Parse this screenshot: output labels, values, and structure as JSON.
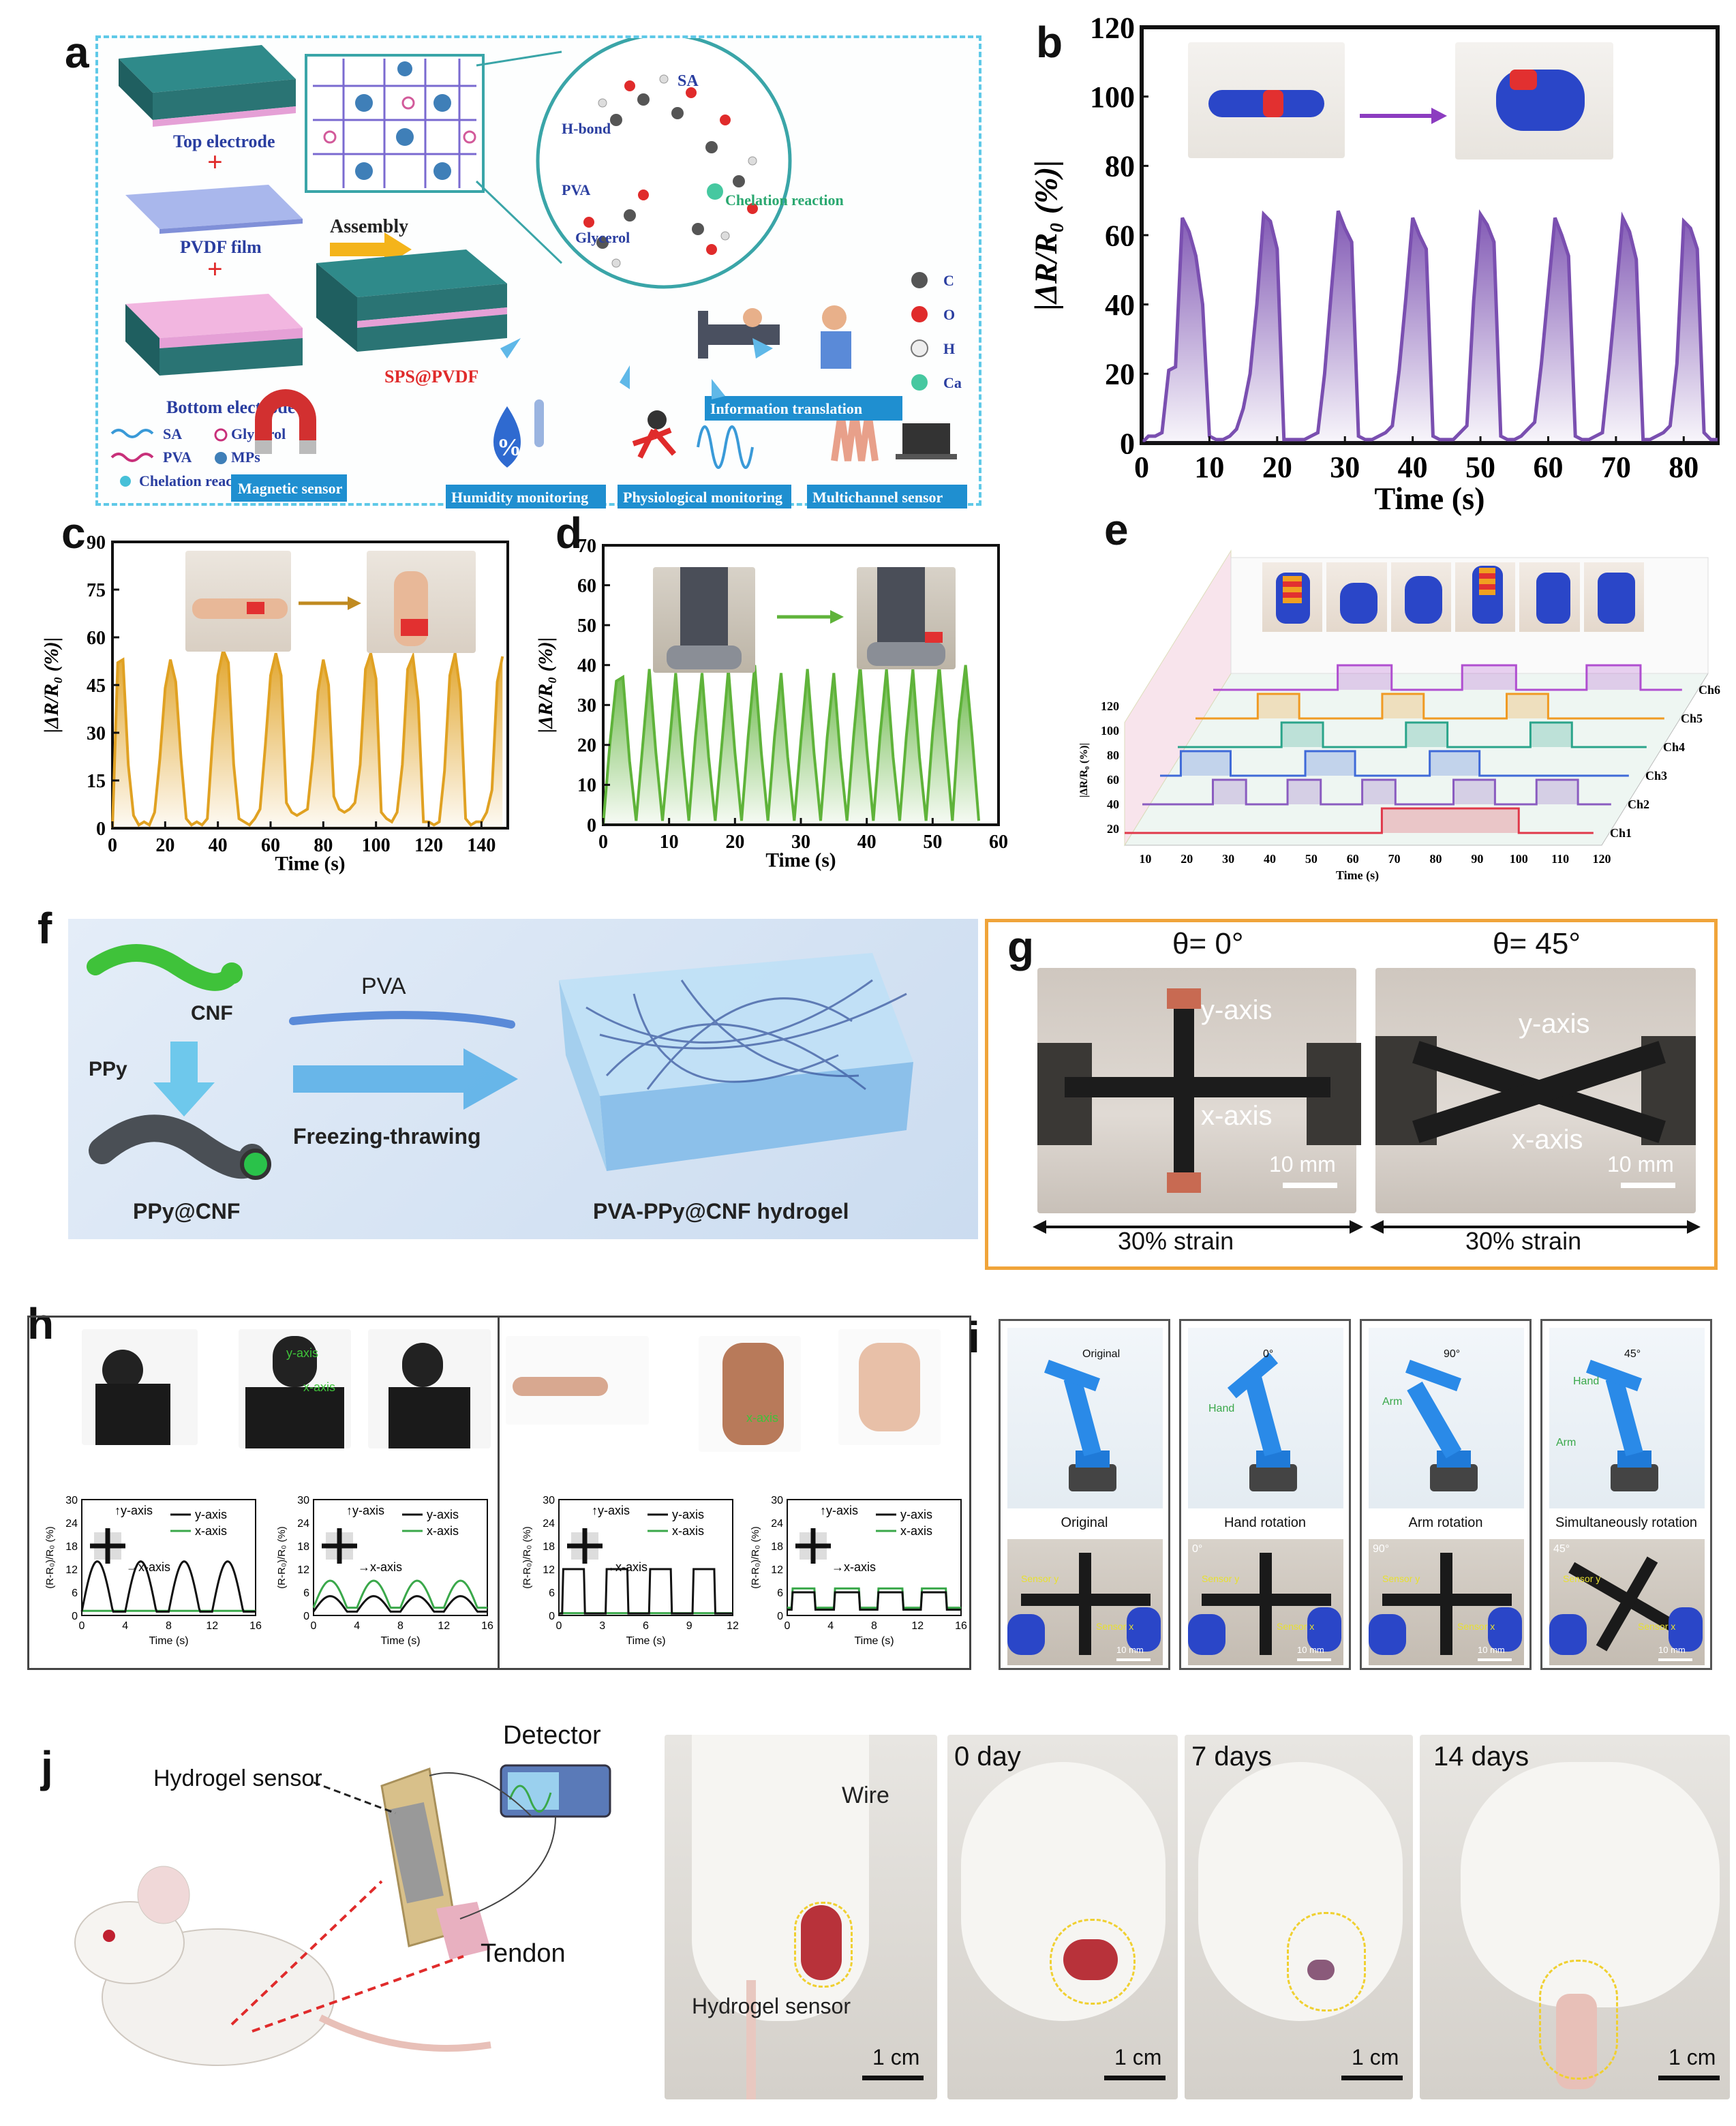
{
  "panel_labels": {
    "a": "a",
    "b": "b",
    "c": "c",
    "d": "d",
    "e": "e",
    "f": "f",
    "g": "g",
    "h": "h",
    "i": "i",
    "j": "j"
  },
  "panel_a": {
    "top_electrode": "Top electrode",
    "pvdf_film": "PVDF film",
    "bottom_electrode": "Bottom electrode",
    "assembly": "Assembly",
    "sps_pvdf": "SPS@PVDF",
    "sa": "SA",
    "h_bond": "H-bond",
    "pva": "PVA",
    "glycerol": "Glycerol",
    "chelation": "Chelation reaction",
    "legend_c": "C",
    "legend_o": "O",
    "legend_h": "H",
    "legend_ca": "Ca",
    "legend_sa": "SA",
    "legend_glycerol": "Glycerol",
    "legend_pva": "PVA",
    "legend_mps": "MPs",
    "legend_chelation": "Chelation reaction",
    "app_magnetic": "Magnetic sensor",
    "app_humidity": "Humidity monitoring",
    "app_physio": "Physiological monitoring",
    "app_multichannel": "Multichannel sensor",
    "app_info": "Information translation",
    "humidity_symbol": "%"
  },
  "chart_b": {
    "type": "area",
    "xlabel": "Time (s)",
    "ylabel": "|ΔR/R₀ (%)|",
    "xticks": [
      0,
      10,
      20,
      30,
      40,
      50,
      60,
      70,
      80
    ],
    "yticks": [
      0,
      20,
      40,
      60,
      80,
      100,
      120
    ],
    "xlim": [
      0,
      85
    ],
    "ylim": [
      0,
      120
    ],
    "color": "#7a4fb0",
    "x": [
      0,
      1,
      2,
      3,
      4,
      5,
      6,
      7,
      8,
      9,
      10,
      11,
      12,
      13,
      14,
      15,
      16,
      17,
      18,
      19,
      20,
      21,
      22,
      23,
      24,
      25,
      26,
      27,
      28,
      29,
      30,
      31,
      32,
      33,
      34,
      35,
      36,
      37,
      38,
      39,
      40,
      41,
      42,
      43,
      44,
      45,
      46,
      47,
      48,
      49,
      50,
      51,
      52,
      53,
      54,
      55,
      56,
      57,
      58,
      59,
      60,
      61,
      62,
      63,
      64,
      65,
      66,
      67,
      68,
      69,
      70,
      71,
      72,
      73,
      74,
      75,
      76,
      77,
      78,
      79,
      80,
      81,
      82,
      83,
      84,
      85
    ],
    "y": [
      0,
      2,
      2,
      3,
      21,
      22,
      65,
      61,
      54,
      40,
      2,
      1,
      1,
      2,
      4,
      10,
      20,
      40,
      66,
      64,
      56,
      1,
      1,
      1,
      1,
      2,
      3,
      20,
      44,
      67,
      62,
      58,
      2,
      1,
      1,
      2,
      3,
      5,
      21,
      42,
      65,
      60,
      56,
      2,
      1,
      1,
      1,
      3,
      5,
      41,
      66,
      63,
      58,
      2,
      1,
      1,
      2,
      4,
      6,
      23,
      44,
      65,
      60,
      54,
      2,
      1,
      1,
      2,
      3,
      22,
      43,
      65,
      61,
      53,
      1,
      1,
      2,
      3,
      5,
      23,
      64,
      62,
      56,
      3,
      1,
      1
    ]
  },
  "chart_c": {
    "type": "area",
    "xlabel": "Time (s)",
    "ylabel": "|ΔR/R₀ (%)|",
    "xticks": [
      0,
      20,
      40,
      60,
      80,
      100,
      120,
      140
    ],
    "yticks": [
      0,
      15,
      30,
      45,
      60,
      75,
      90
    ],
    "xlim": [
      0,
      150
    ],
    "ylim": [
      0,
      90
    ],
    "color": "#e0a122",
    "x": [
      0,
      2,
      4,
      6,
      8,
      10,
      12,
      14,
      16,
      18,
      20,
      22,
      24,
      26,
      28,
      30,
      32,
      34,
      36,
      38,
      40,
      42,
      44,
      46,
      48,
      50,
      52,
      54,
      56,
      58,
      60,
      62,
      64,
      66,
      68,
      70,
      72,
      74,
      76,
      78,
      80,
      82,
      84,
      86,
      88,
      90,
      92,
      94,
      96,
      98,
      100,
      102,
      104,
      106,
      108,
      110,
      112,
      114,
      116,
      118,
      120,
      122,
      124,
      126,
      128,
      130,
      132,
      134,
      136,
      138,
      140,
      142,
      144,
      146,
      148
    ],
    "y": [
      0,
      52,
      53,
      20,
      4,
      1,
      2,
      1,
      5,
      22,
      44,
      53,
      46,
      22,
      3,
      1,
      2,
      1,
      3,
      28,
      48,
      56,
      52,
      20,
      3,
      2,
      1,
      3,
      6,
      26,
      48,
      55,
      48,
      8,
      5,
      4,
      5,
      6,
      22,
      43,
      53,
      45,
      10,
      6,
      5,
      6,
      8,
      20,
      50,
      55,
      47,
      5,
      3,
      2,
      5,
      20,
      50,
      54,
      40,
      2,
      2,
      1,
      2,
      18,
      48,
      55,
      43,
      3,
      1,
      2,
      2,
      5,
      12,
      46,
      54
    ]
  },
  "chart_d": {
    "type": "area",
    "xlabel": "Time (s)",
    "ylabel": "|ΔR/R₀ (%)|",
    "xticks": [
      0,
      10,
      20,
      30,
      40,
      50,
      60
    ],
    "yticks": [
      0,
      10,
      20,
      30,
      40,
      50,
      60,
      70
    ],
    "xlim": [
      0,
      60
    ],
    "ylim": [
      0,
      70
    ],
    "color": "#5fb33a",
    "x": [
      0,
      1,
      2,
      3,
      4,
      5,
      6,
      7,
      8,
      9,
      10,
      11,
      12,
      13,
      14,
      15,
      16,
      17,
      18,
      19,
      20,
      21,
      22,
      23,
      24,
      25,
      26,
      27,
      28,
      29,
      30,
      31,
      32,
      33,
      34,
      35,
      36,
      37,
      38,
      39,
      40,
      41,
      42,
      43,
      44,
      45,
      46,
      47,
      48,
      49,
      50,
      51,
      52,
      53,
      54,
      55,
      56,
      57
    ],
    "y": [
      0,
      20,
      36,
      37,
      16,
      1,
      20,
      39,
      18,
      1,
      19,
      38,
      18,
      1,
      22,
      38,
      17,
      1,
      20,
      39,
      18,
      1,
      22,
      40,
      18,
      1,
      22,
      38,
      17,
      1,
      21,
      39,
      18,
      1,
      22,
      38,
      17,
      1,
      22,
      40,
      19,
      1,
      22,
      39,
      17,
      1,
      22,
      39,
      17,
      1,
      23,
      40,
      20,
      1,
      26,
      40,
      22,
      1
    ]
  },
  "chart_e": {
    "type": "line",
    "xlabel": "Time (s)",
    "ylabel": "|ΔR/R₀ (%)|",
    "xticks": [
      10,
      20,
      30,
      40,
      50,
      60,
      70,
      80,
      90,
      100,
      110,
      120
    ],
    "yticks": [
      20,
      40,
      60,
      80,
      100,
      120
    ],
    "channels": [
      "Ch1",
      "Ch2",
      "Ch3",
      "Ch4",
      "Ch5",
      "Ch6"
    ],
    "channel_colors": [
      "#e0384a",
      "#8a5cc0",
      "#3f6ad8",
      "#2aa48a",
      "#f09a23",
      "#b04fd0"
    ]
  },
  "panel_f": {
    "cnf": "CNF",
    "ppy": "PPy",
    "pva": "PVA",
    "ppy_cnf": "PPy@CNF",
    "freezing": "Freezing-thrawing",
    "hydrogel": "PVA-PPy@CNF hydrogel"
  },
  "panel_g": {
    "theta0": "θ= 0°",
    "theta45": "θ= 45°",
    "y_axis": "y-axis",
    "x_axis": "x-axis",
    "scale": "10 mm",
    "strain": "30% strain"
  },
  "panel_h": {
    "y_axis": "y-axis",
    "x_axis": "x-axis",
    "ylabel": "(R-R₀)/R₀ (%)",
    "xlabel": "Time (s)",
    "legend_y": "y-axis",
    "legend_x": "x-axis",
    "yticks": [
      0,
      6,
      12,
      18,
      24,
      30
    ],
    "xticks_a": [
      0,
      4,
      8,
      12,
      16
    ],
    "xticks_b": [
      0,
      4,
      8,
      12,
      16
    ],
    "xticks_c": [
      0,
      3,
      6,
      9,
      12
    ],
    "xticks_d": [
      0,
      4,
      8,
      12,
      16
    ]
  },
  "panel_i": {
    "captions": [
      "Original",
      "Hand rotation",
      "Arm rotation",
      "Simultaneously rotation"
    ],
    "angles": [
      "",
      "0°",
      "90°",
      "45°"
    ],
    "hand": "Hand",
    "arm": "Arm",
    "original_tag": "Original",
    "sensor_y": "Sensor y",
    "sensor_x": "Sensor x",
    "scale": "10 mm"
  },
  "panel_j": {
    "detector": "Detector",
    "hydrogel_sensor": "Hydrogel sensor",
    "tendon": "Tendon",
    "wire": "Wire",
    "hydrogel_sensor_2": "Hydrogel sensor",
    "day0": "0 day",
    "day7": "7 days",
    "day14": "14 days",
    "scale": "1 cm"
  }
}
